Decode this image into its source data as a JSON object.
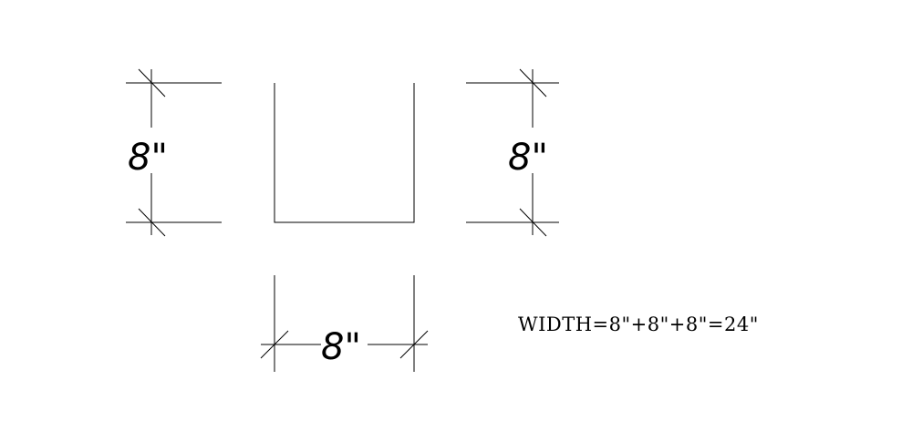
{
  "dimensions": {
    "left": {
      "label": "8\""
    },
    "right": {
      "label": "8\""
    },
    "bottom": {
      "label": "8\""
    }
  },
  "formula": "WIDTH=8\"+8\"+8\"=24\""
}
